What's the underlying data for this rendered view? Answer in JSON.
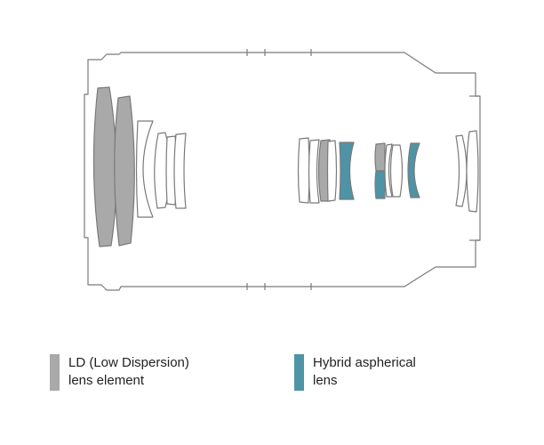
{
  "colors": {
    "outline": "#7a7a7a",
    "ld_fill": "#a9a9a9",
    "hybrid_fill": "#4f93a6",
    "plain_fill": "#ffffff"
  },
  "legend": [
    {
      "key": "ld",
      "line1": "LD (Low Dispersion)",
      "line2": "lens element",
      "color": "#a9a9a9"
    },
    {
      "key": "hybrid",
      "line1": "Hybrid aspherical",
      "line2": "lens",
      "color": "#4f93a6"
    }
  ]
}
